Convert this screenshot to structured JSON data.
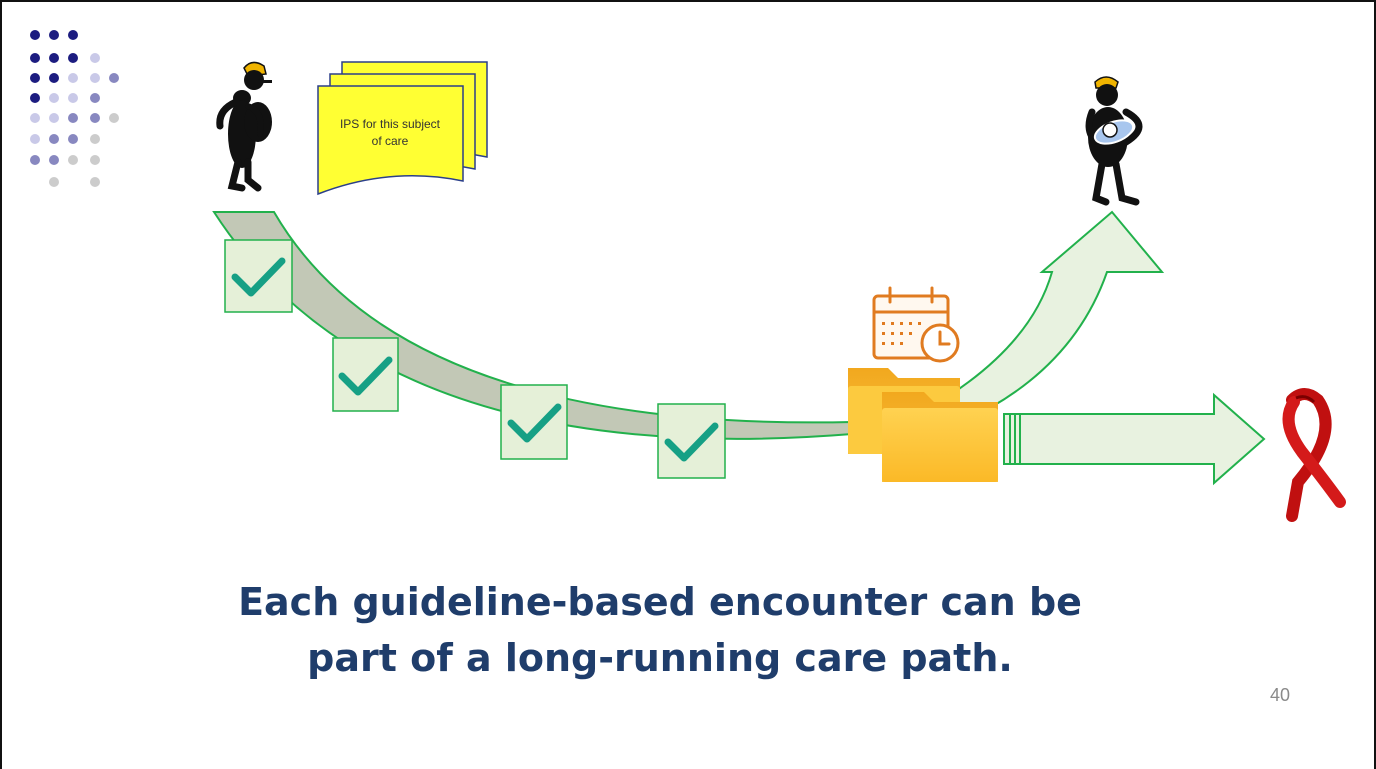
{
  "slide": {
    "document_label_line1": "IPS for this subject",
    "document_label_line2": "of care",
    "caption_line1": "Each guideline-based encounter can be",
    "caption_line2": "part of a long-running care path.",
    "page_number": "40"
  },
  "colors": {
    "caption": "#1f3d6b",
    "arrow_stroke": "#22b14c",
    "arrow_fill": "#e8f2e0",
    "path_fill": "#c2c8b6",
    "check": "#16a085",
    "document": "#ffff33",
    "folder": "#f8b92d",
    "ribbon": "#cc1010",
    "calendar": "#e07b20"
  },
  "icons": [
    "decorative-dot-grid",
    "pregnant-woman-figure",
    "mother-with-baby-figure",
    "checkmark-icon",
    "calendar-clock-icon",
    "folder-icon",
    "awareness-ribbon-icon"
  ]
}
